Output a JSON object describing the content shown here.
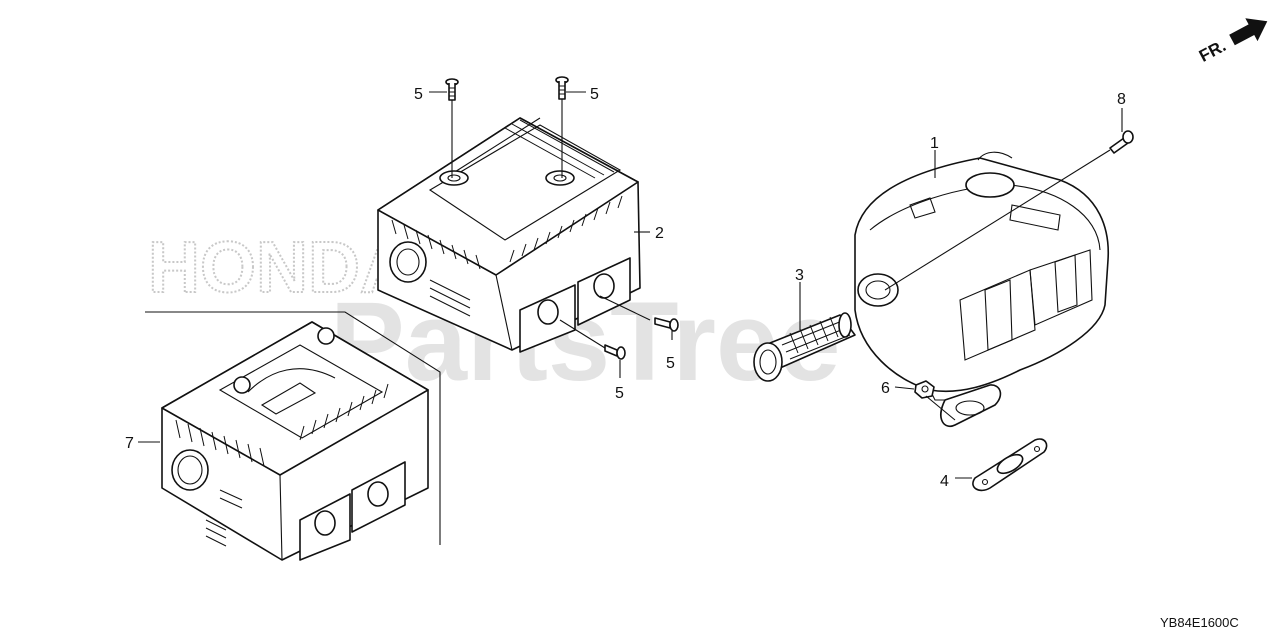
{
  "watermark": {
    "brand_text": "HONDA",
    "site_text": "PartsTree"
  },
  "direction_arrow": {
    "label": "FR."
  },
  "diagram_code": "YB84E1600C",
  "callouts": {
    "c1": "1",
    "c2": "2",
    "c3": "3",
    "c4": "4",
    "c5a": "5",
    "c5b": "5",
    "c5c": "5",
    "c5d": "5",
    "c6": "6",
    "c7": "7",
    "c8": "8"
  },
  "icons": {
    "protector": "muffler-protector-icon",
    "protector_alt": "muffler-protector-alt-icon",
    "muffler": "muffler-body-icon",
    "arrester": "spark-arrester-icon",
    "gasket": "gasket-icon",
    "bolt": "bolt-icon",
    "nut": "nut-icon"
  }
}
